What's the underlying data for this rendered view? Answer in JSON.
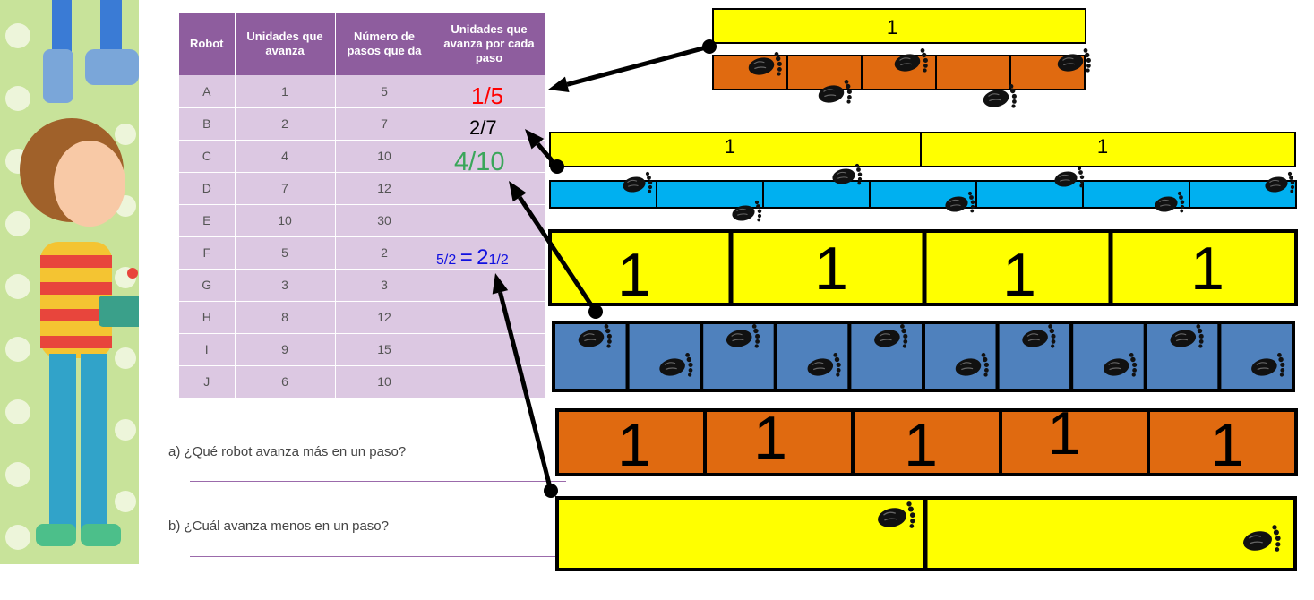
{
  "table": {
    "headers": [
      "Robot",
      "Unidades que avanza",
      "Número de pasos que da",
      "Unidades que avanza por cada paso"
    ],
    "rows": [
      [
        "A",
        "1",
        "5",
        ""
      ],
      [
        "B",
        "2",
        "7",
        ""
      ],
      [
        "C",
        "4",
        "10",
        ""
      ],
      [
        "D",
        "7",
        "12",
        ""
      ],
      [
        "E",
        "10",
        "30",
        ""
      ],
      [
        "F",
        "5",
        "2",
        ""
      ],
      [
        "G",
        "3",
        "3",
        ""
      ],
      [
        "H",
        "8",
        "12",
        ""
      ],
      [
        "I",
        "9",
        "15",
        ""
      ],
      [
        "J",
        "6",
        "10",
        ""
      ]
    ]
  },
  "annotations": {
    "a": "1/5",
    "b": "2/7",
    "c": "4/10",
    "f_frac": "5/2",
    "f_eq": "=",
    "f_whole": "2",
    "f_rem": "1/2"
  },
  "questions": {
    "a": "a)  ¿Qué robot avanza más en un paso?",
    "b": "b)  ¿Cuál avanza menos en un paso?"
  },
  "unit_label": "1",
  "colors": {
    "yellow": "#ffff00",
    "orange": "#e06a10",
    "cyan": "#00b0f0",
    "blue": "#4f81bd",
    "header": "#8e5d9e",
    "cell": "#dcc8e2",
    "red": "#ff0000",
    "green": "#3aa65a",
    "darkblue": "#1010e0"
  }
}
